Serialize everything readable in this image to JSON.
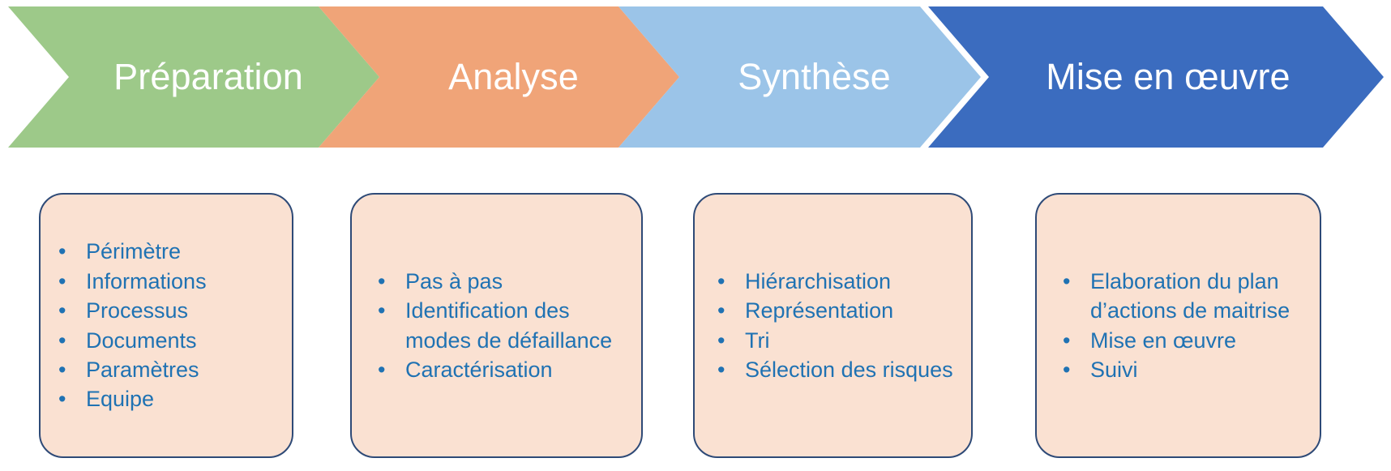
{
  "colors": {
    "stage1": "#9DC989",
    "stage2": "#F0A478",
    "stage3": "#9BC4E8",
    "stage4": "#3B6CBF",
    "box_fill": "#FAE1D2",
    "box_border": "#2E4A77",
    "box_text": "#1F72B3",
    "chevron_text": "#FFFFFF"
  },
  "process": {
    "stages": [
      {
        "label": "Préparation"
      },
      {
        "label": "Analyse"
      },
      {
        "label": "Synthèse"
      },
      {
        "label": "Mise en œuvre"
      }
    ]
  },
  "details": {
    "bullet_glyph": "•",
    "groups": [
      {
        "stage": "Préparation",
        "items": [
          "Périmètre",
          "Informations",
          "Processus",
          "Documents",
          "Paramètres",
          "Equipe"
        ]
      },
      {
        "stage": "Analyse",
        "items": [
          "Pas à pas",
          "Identification des modes de défaillance",
          "Caractérisation"
        ]
      },
      {
        "stage": "Synthèse",
        "items": [
          "Hiérarchisation",
          "Représentation",
          "Tri",
          "Sélection des risques"
        ]
      },
      {
        "stage": "Mise en œuvre",
        "items": [
          "Elaboration du plan d’actions de maitrise",
          "Mise en œuvre",
          "Suivi"
        ]
      }
    ]
  }
}
